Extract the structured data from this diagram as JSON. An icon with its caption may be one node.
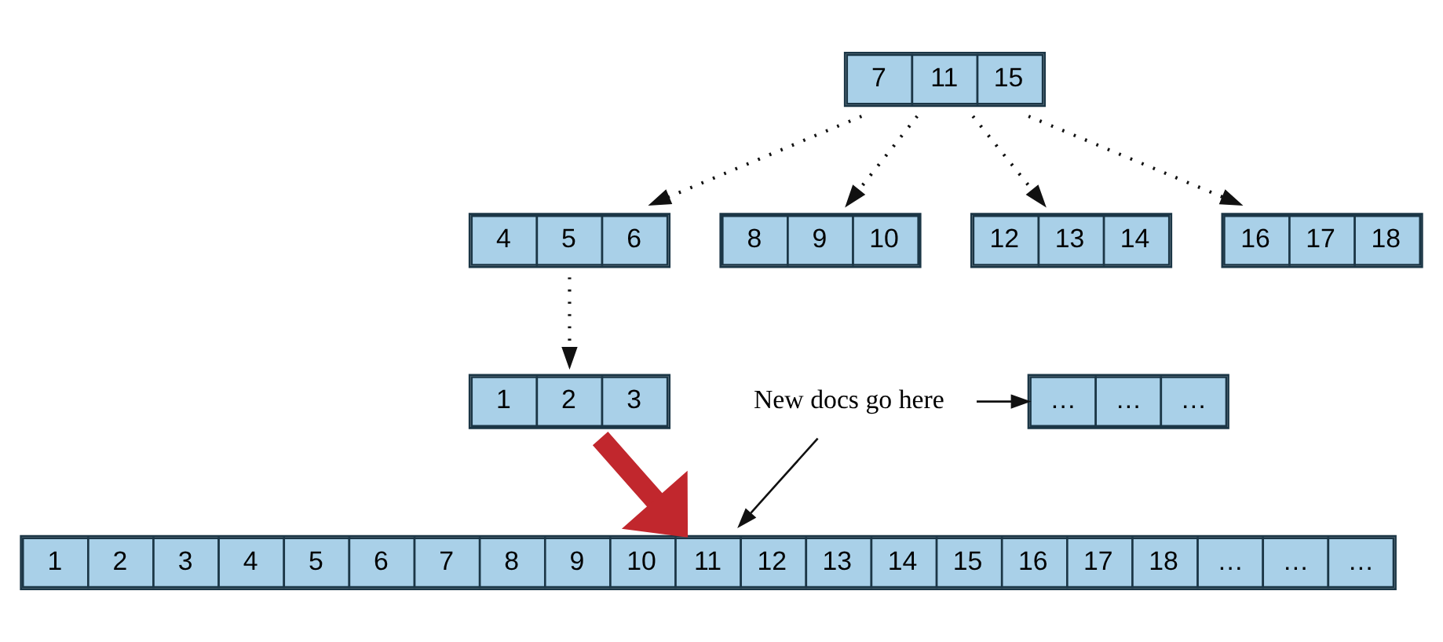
{
  "diagram": {
    "nodes": [
      {
        "text": [
          "7",
          "11",
          "15"
        ]
      },
      {
        "text": [
          "4",
          "5",
          "6"
        ]
      },
      {
        "text": [
          "8",
          "9",
          "10"
        ]
      },
      {
        "text": [
          "12",
          "13",
          "14"
        ]
      },
      {
        "text": [
          "16",
          "17",
          "18"
        ]
      },
      {
        "text": [
          "1",
          "2",
          "3"
        ]
      },
      {
        "text": [
          "…",
          "…",
          "…"
        ]
      },
      {
        "text": [
          "New docs go here"
        ]
      },
      {
        "text": [
          "1",
          "2",
          "3",
          "4",
          "5",
          "6",
          "7",
          "8",
          "9",
          "10",
          "11",
          "12",
          "13",
          "14",
          "15",
          "16",
          "17",
          "18",
          "…",
          "…",
          "…"
        ]
      }
    ],
    "edges": [
      {
        "from": 0,
        "to": 1,
        "arrow": "to",
        "style": "dashed"
      },
      {
        "from": 0,
        "to": 2,
        "arrow": "to",
        "style": "dashed"
      },
      {
        "from": 0,
        "to": 3,
        "arrow": "to",
        "style": "dashed"
      },
      {
        "from": 0,
        "to": 4,
        "arrow": "to",
        "style": "dashed"
      },
      {
        "from": 1,
        "to": 5,
        "arrow": "to",
        "style": "dashed"
      },
      {
        "from": 7,
        "to": 6,
        "arrow": "to"
      },
      {
        "from": 7,
        "to": 8,
        "arrow": "to"
      },
      {
        "from": 5,
        "to": 8,
        "arrow": "to",
        "style": "thick",
        "color": "#c1272d"
      }
    ]
  }
}
